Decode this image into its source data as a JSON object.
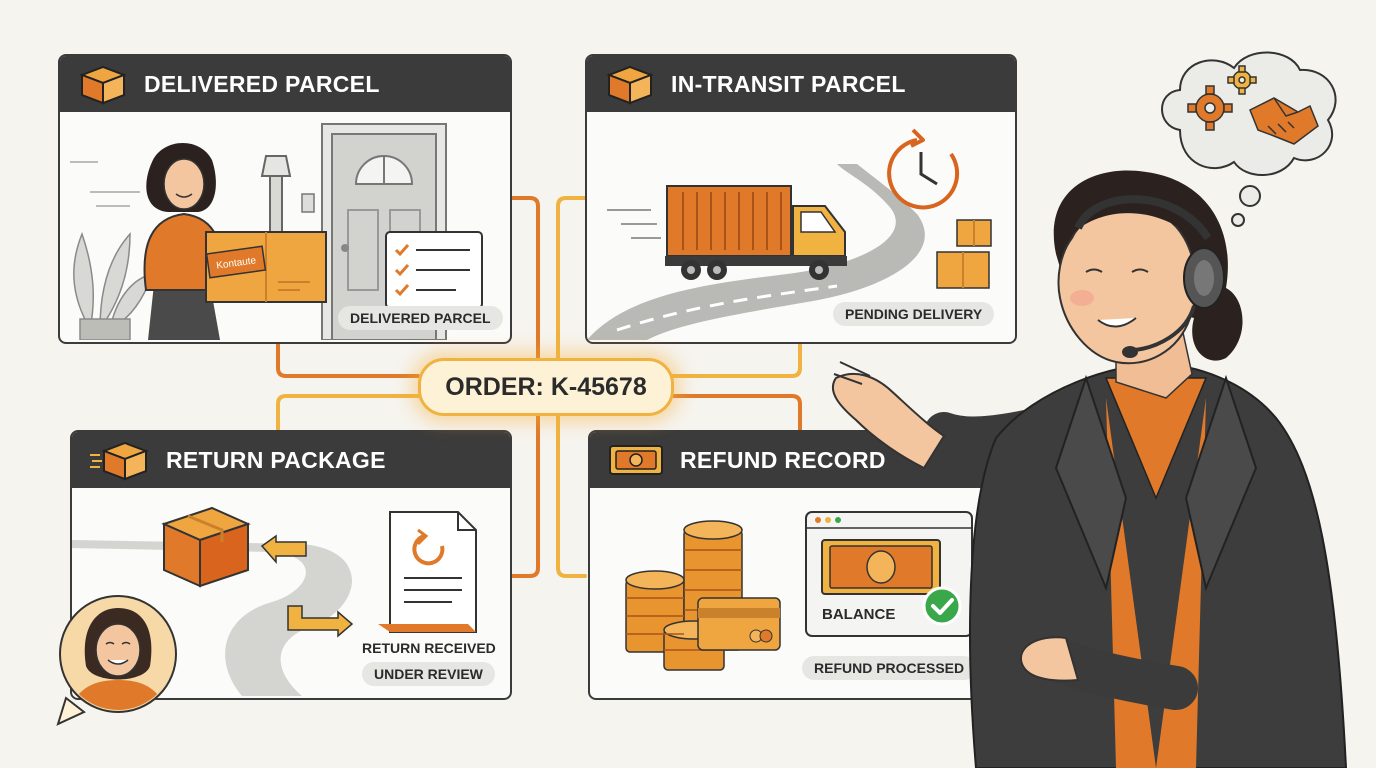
{
  "order": {
    "label": "ORDER: K-45678"
  },
  "cards": {
    "delivered": {
      "title": "DELIVERED PARCEL",
      "status": "DELIVERED PARCEL",
      "box_stamp": "Kontaute"
    },
    "in_transit": {
      "title": "IN-TRANSIT PARCEL",
      "status": "PENDING DELIVERY"
    },
    "return": {
      "title": "RETURN PACKAGE",
      "status_line1": "RETURN RECEIVED",
      "status_line2": "UNDER REVIEW"
    },
    "refund": {
      "title": "REFUND RECORD",
      "balance_label": "BALANCE",
      "status": "REFUND PROCESSED"
    }
  },
  "icons": {
    "header": "package-box-icon",
    "refund_header": "banknote-icon",
    "checklist": "checklist-icon",
    "clock": "clock-refresh-icon",
    "gear": "gear-icon",
    "handshake": "handshake-icon",
    "check": "check-circle-icon",
    "document": "return-document-icon"
  },
  "colors": {
    "orange": "#e07a2a",
    "amber": "#f0b240",
    "dark": "#3b3b3b",
    "green": "#3aa84a",
    "background": "#f6f4ef"
  }
}
